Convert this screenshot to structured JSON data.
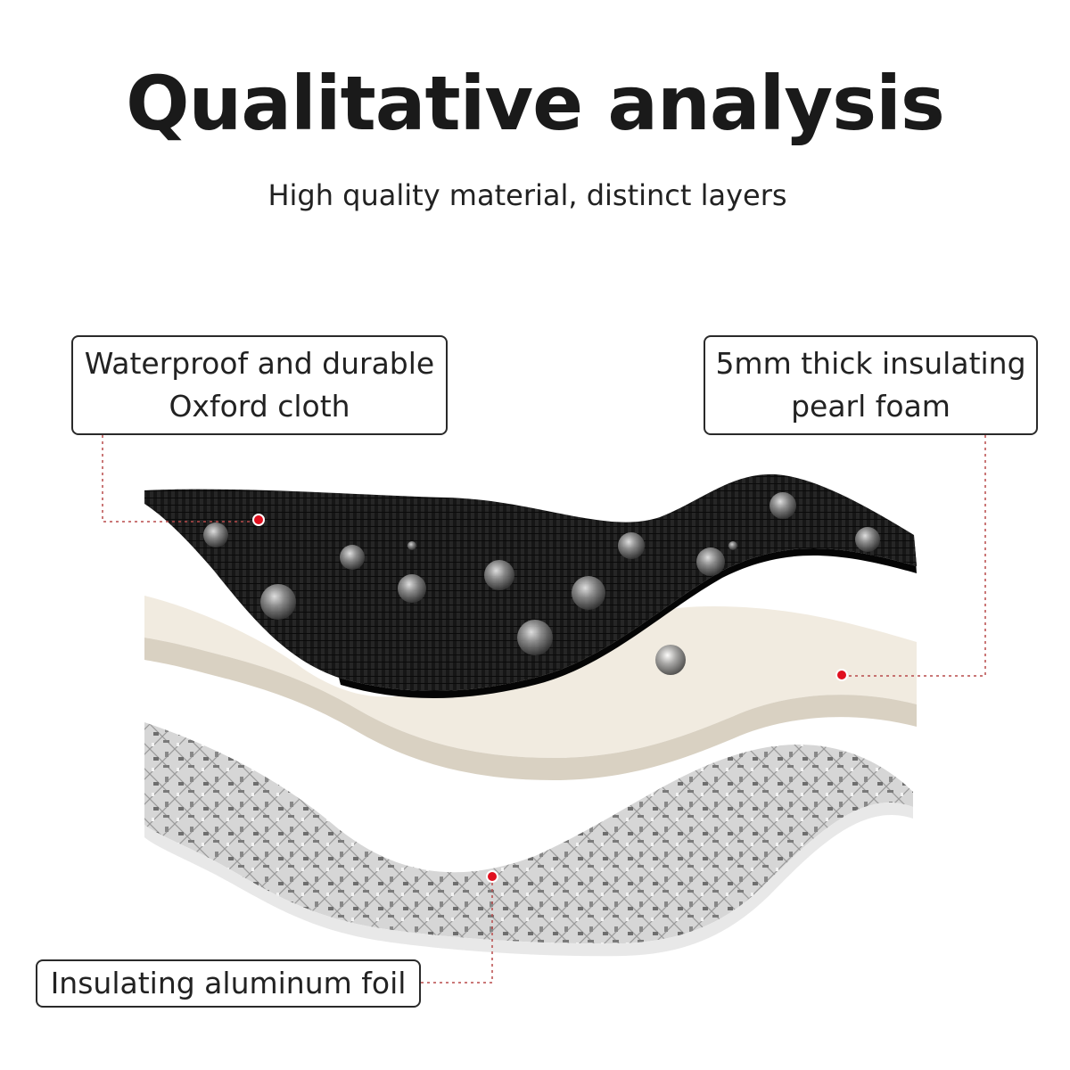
{
  "header": {
    "title": "Qualitative analysis",
    "subtitle": "High quality material, distinct layers"
  },
  "callouts": {
    "oxford": {
      "line1": "Waterproof and durable",
      "line2": "Oxford cloth"
    },
    "foam": {
      "line1": "5mm thick insulating",
      "line2": "pearl foam"
    },
    "foil": {
      "text": "Insulating aluminum foil"
    }
  },
  "colors": {
    "marker": "#e0101f",
    "leader": "#b84a4a",
    "oxford_cloth": "#151515",
    "pearl_foam": "#ede6d9",
    "aluminum_foil": "#cfcfcf"
  }
}
